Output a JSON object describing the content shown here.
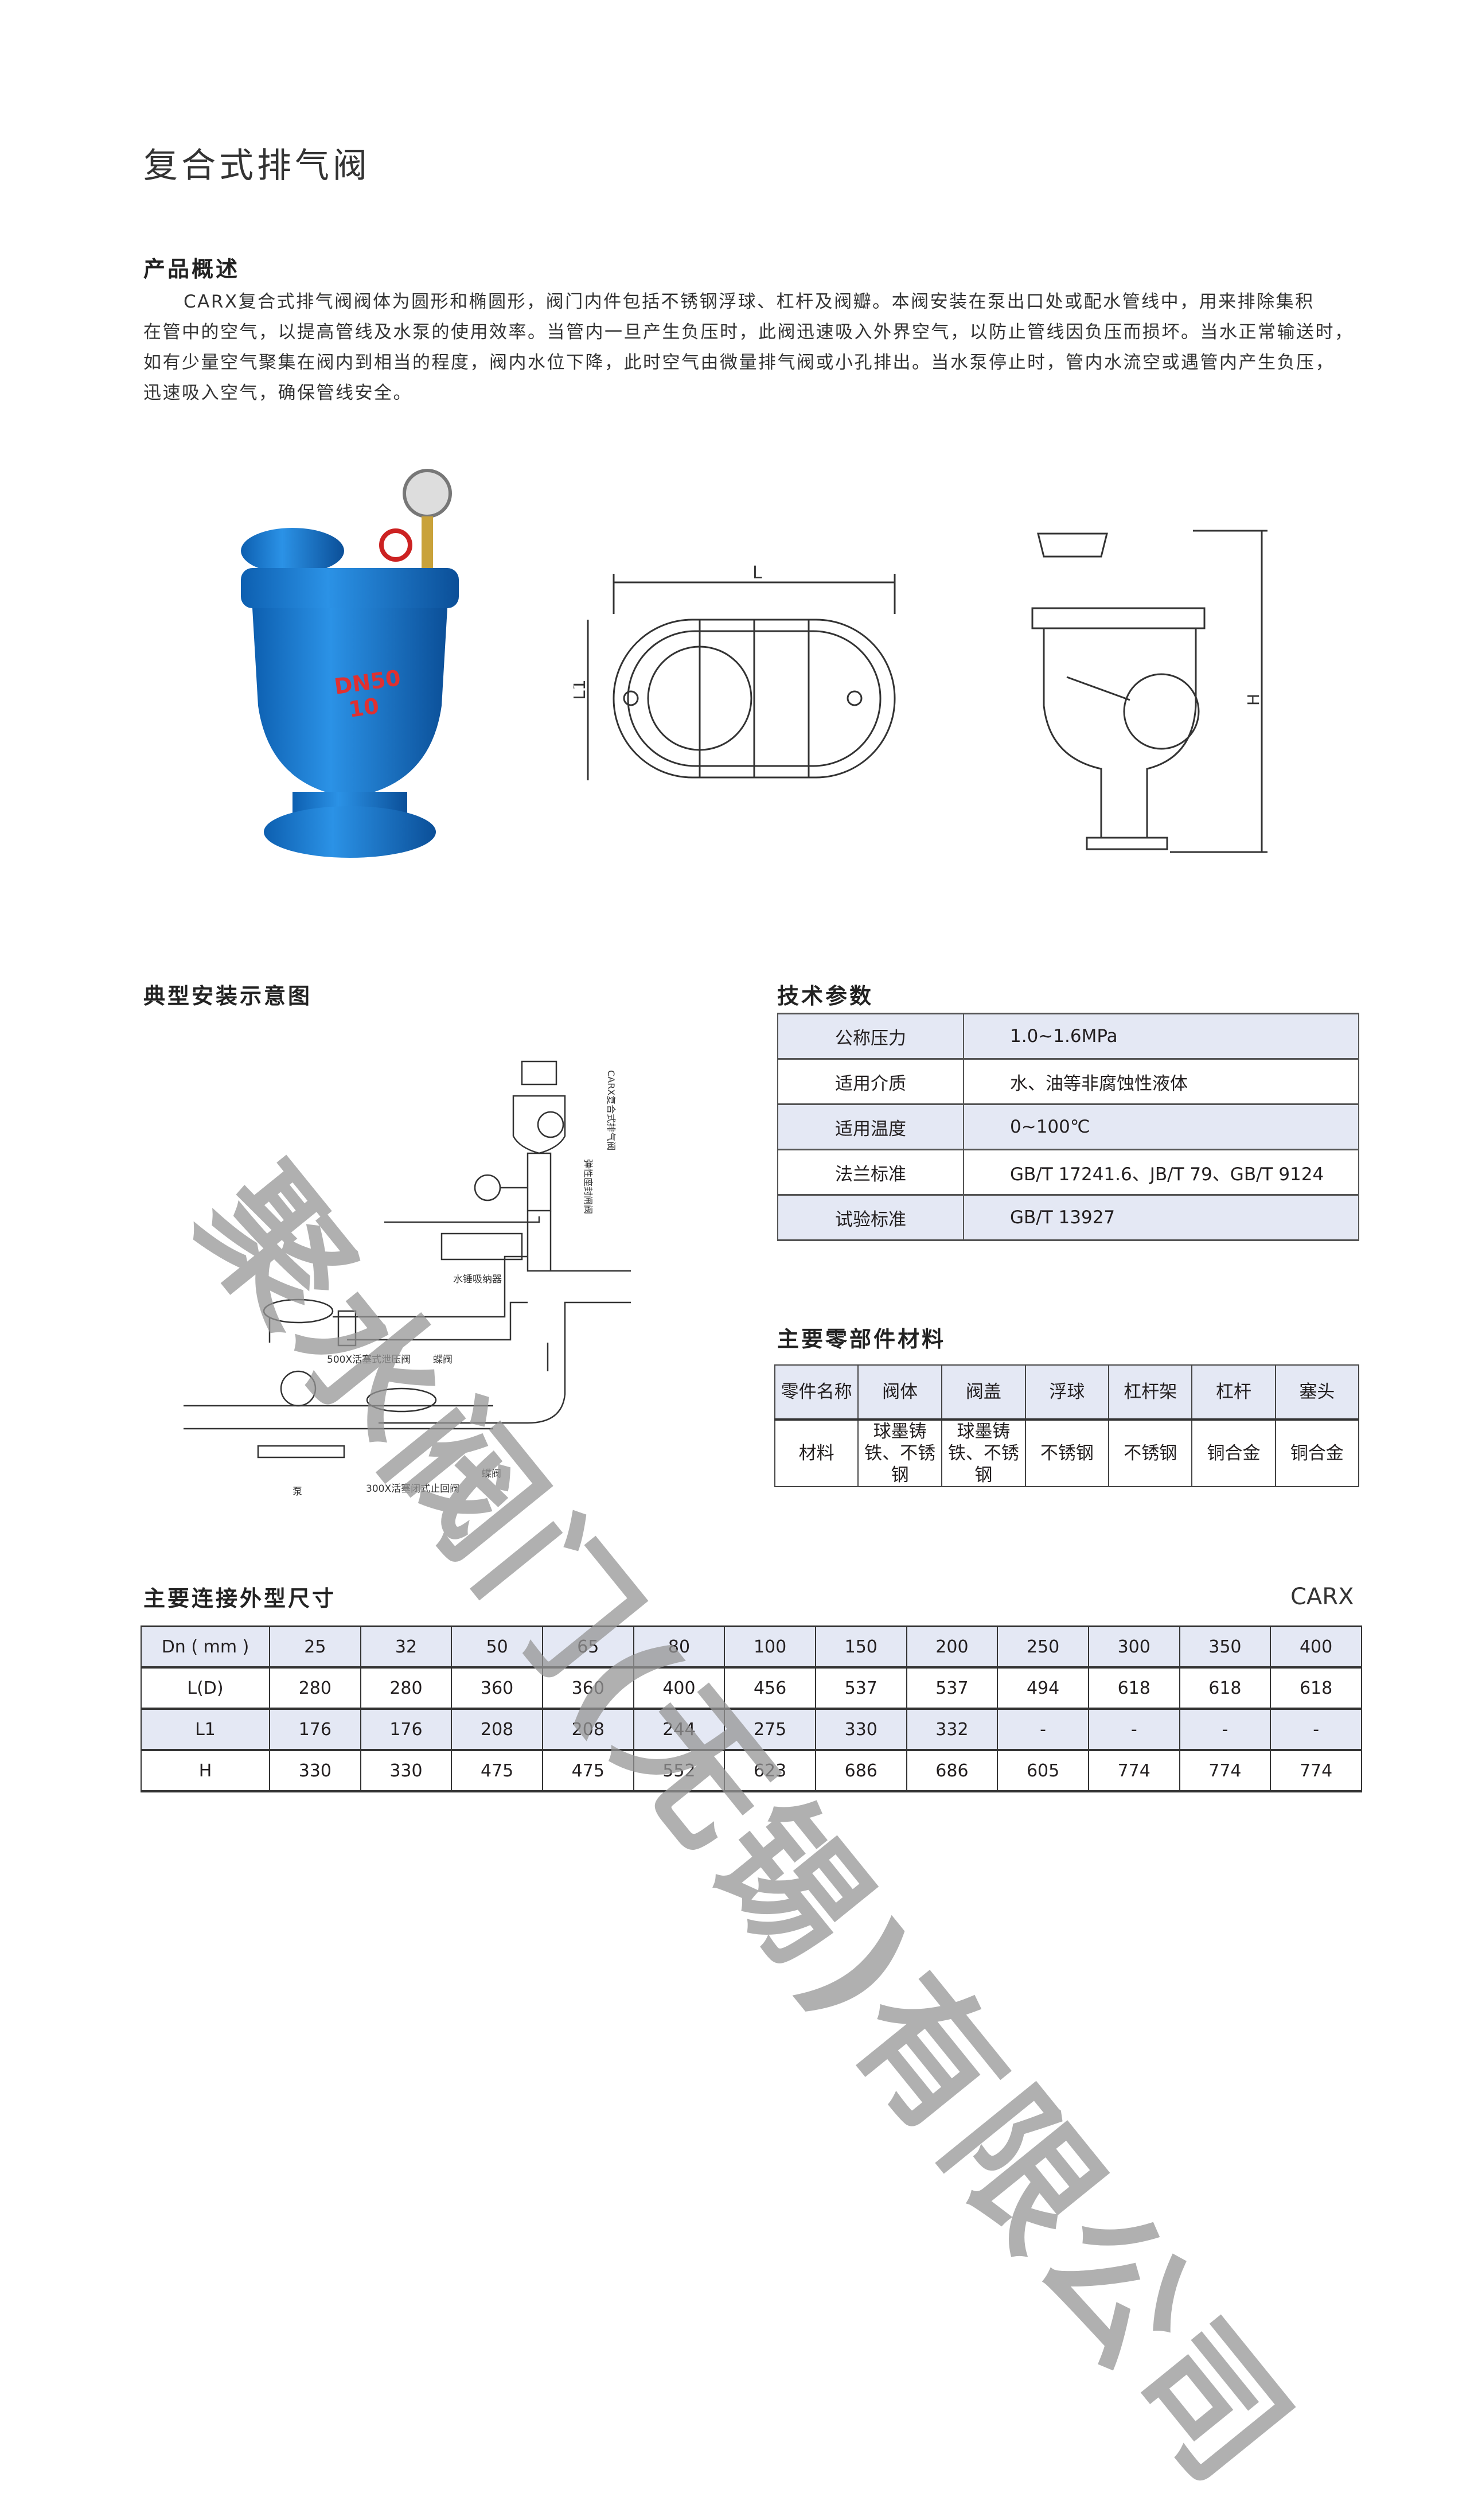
{
  "title": "复合式排气阀",
  "overview": {
    "heading": "产品概述",
    "lines": [
      "CARX复合式排气阀阀体为圆形和椭圆形，阀门内件包括不锈钢浮球、杠杆及阀瓣。本阀安装在泵出口处或配水管线中，用来排除集积",
      "在管中的空气，以提高管线及水泵的使用效率。当管内一旦产生负压时，此阀迅速吸入外界空气，以防止管线因负压而损坏。当水正常输送时，",
      "如有少量空气聚集在阀内到相当的程度，阀内水位下降，此时空气由微量排气阀或小孔排出。当水泵停止时，管内水流空或遇管内产生负压，",
      "迅速吸入空气，确保管线安全。"
    ]
  },
  "figures": {
    "photo_marking": [
      "DN50",
      "10"
    ],
    "plan_labels": {
      "length": "L",
      "width": "L1"
    },
    "section_labels": {
      "height": "H"
    },
    "body_color": "#1b7fd0"
  },
  "installation": {
    "heading": "典型安装示意图",
    "labels": {
      "air_valve": "CARX复合式排气阀",
      "gate_valve": "弹性座封闸阀",
      "absorber": "水锤吸纳器",
      "relief_valve": "500X活塞式泄压阀",
      "butterfly1": "蝶阀",
      "butterfly2": "蝶阀",
      "pump": "泵",
      "check_valve": "300X活塞闭式止回阀"
    }
  },
  "tech": {
    "heading": "技术参数",
    "rows": [
      {
        "k": "公称压力",
        "v": "1.0~1.6MPa"
      },
      {
        "k": "适用介质",
        "v": "水、油等非腐蚀性液体"
      },
      {
        "k": "适用温度",
        "v": "0~100℃"
      },
      {
        "k": "法兰标准",
        "v": "GB/T 17241.6、JB/T 79、GB/T 9124"
      },
      {
        "k": "试验标准",
        "v": "GB/T 13927"
      }
    ]
  },
  "materials": {
    "heading": "主要零部件材料",
    "header": [
      "零件名称",
      "阀体",
      "阀盖",
      "浮球",
      "杠杆架",
      "杠杆",
      "塞头"
    ],
    "row": [
      "材料",
      "球墨铸铁、不锈钢",
      "球墨铸铁、不锈钢",
      "不锈钢",
      "不锈钢",
      "铜合金",
      "铜合金"
    ]
  },
  "dimensions": {
    "heading": "主要连接外型尺寸",
    "model": "CARX",
    "rows": [
      [
        "Dn ( mm )",
        "25",
        "32",
        "50",
        "65",
        "80",
        "100",
        "150",
        "200",
        "250",
        "300",
        "350",
        "400"
      ],
      [
        "L(D)",
        "280",
        "280",
        "360",
        "360",
        "400",
        "456",
        "537",
        "537",
        "494",
        "618",
        "618",
        "618"
      ],
      [
        "L1",
        "176",
        "176",
        "208",
        "208",
        "244",
        "275",
        "330",
        "332",
        "-",
        "-",
        "-",
        "-"
      ],
      [
        "H",
        "330",
        "330",
        "475",
        "475",
        "552",
        "623",
        "686",
        "686",
        "605",
        "774",
        "774",
        "774"
      ]
    ]
  },
  "watermark": "聚水阀门(无锡)有限公司"
}
